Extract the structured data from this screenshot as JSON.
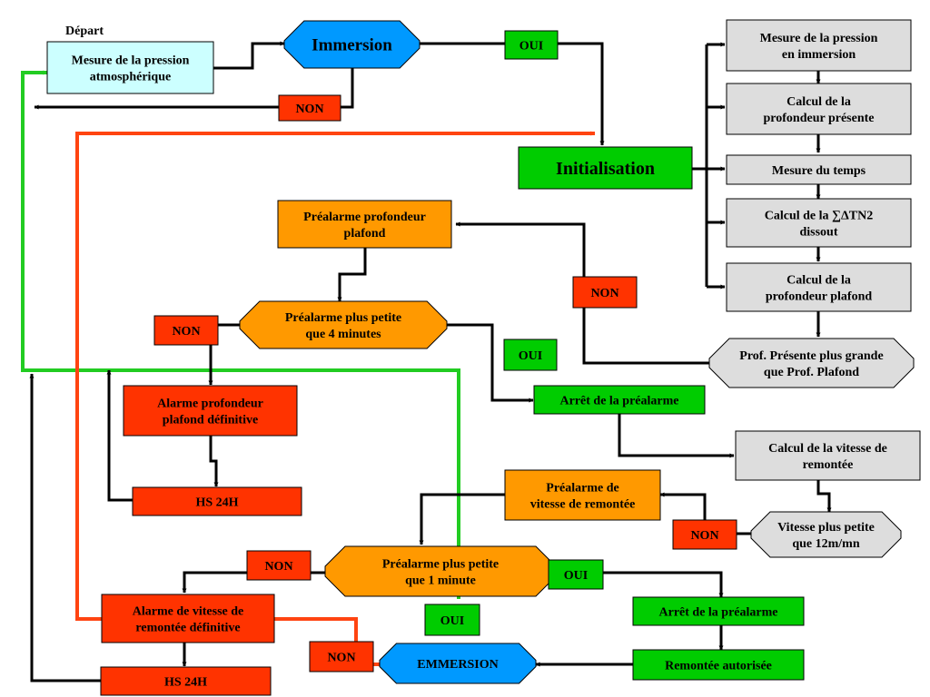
{
  "start_label": "Départ",
  "colors": {
    "cyan": "#ccffff",
    "blue": "#0099ff",
    "green": "#00cc00",
    "red": "#ff3300",
    "orange": "#ff9900",
    "grey": "#dddddd",
    "green_line": "#22cc22",
    "red_line": "#ff4411",
    "black": "#000000"
  },
  "nodes": {
    "mesure_atmo": [
      "Mesure de la pression",
      "atmosphérique"
    ],
    "immersion": [
      "Immersion"
    ],
    "oui_top": [
      "OUI"
    ],
    "non_top": [
      "NON"
    ],
    "mesure_immersion": [
      "Mesure de la pression",
      "en immersion"
    ],
    "calcul_profondeur": [
      "Calcul de la",
      "profondeur présente"
    ],
    "initialisation": [
      "Initialisation"
    ],
    "mesure_temps": [
      "Mesure du temps"
    ],
    "calcul_tn2": [
      "Calcul de la ∑ΔTN2",
      "dissout"
    ],
    "calcul_plafond": [
      "Calcul de la",
      "profondeur plafond"
    ],
    "prealarme_plafond": [
      "Préalarme profondeur",
      "plafond"
    ],
    "non_plafond": [
      "NON"
    ],
    "prof_compare": [
      "Prof. Présente plus grande",
      "que Prof. Plafond"
    ],
    "non_4min": [
      "NON"
    ],
    "prealarme_4min": [
      "Préalarme plus petite",
      "que 4 minutes"
    ],
    "oui_4min": [
      "OUI"
    ],
    "alarme_plafond": [
      "Alarme profondeur",
      "plafond définitive"
    ],
    "arret_prealarme_1": [
      "Arrêt de la préalarme"
    ],
    "calcul_vitesse": [
      "Calcul de la vitesse de",
      "remontée"
    ],
    "hs24_top": [
      "HS 24H"
    ],
    "prealarme_vitesse": [
      "Préalarme de",
      "vitesse de remontée"
    ],
    "non_vitesse": [
      "NON"
    ],
    "vitesse_compare": [
      "Vitesse plus petite",
      "que 12m/mn"
    ],
    "non_1min": [
      "NON"
    ],
    "prealarme_1min": [
      "Préalarme plus petite",
      "que 1 minute"
    ],
    "oui_1min": [
      "OUI"
    ],
    "alarme_vitesse": [
      "Alarme de vitesse de",
      "remontée définitive"
    ],
    "arret_prealarme_2": [
      "Arrêt de la préalarme"
    ],
    "oui_emm": [
      "OUI"
    ],
    "non_emm": [
      "NON"
    ],
    "emmersion": [
      "EMMERSION"
    ],
    "remontee_autorisee": [
      "Remontée autorisée"
    ],
    "hs24_bottom": [
      "HS 24H"
    ]
  }
}
